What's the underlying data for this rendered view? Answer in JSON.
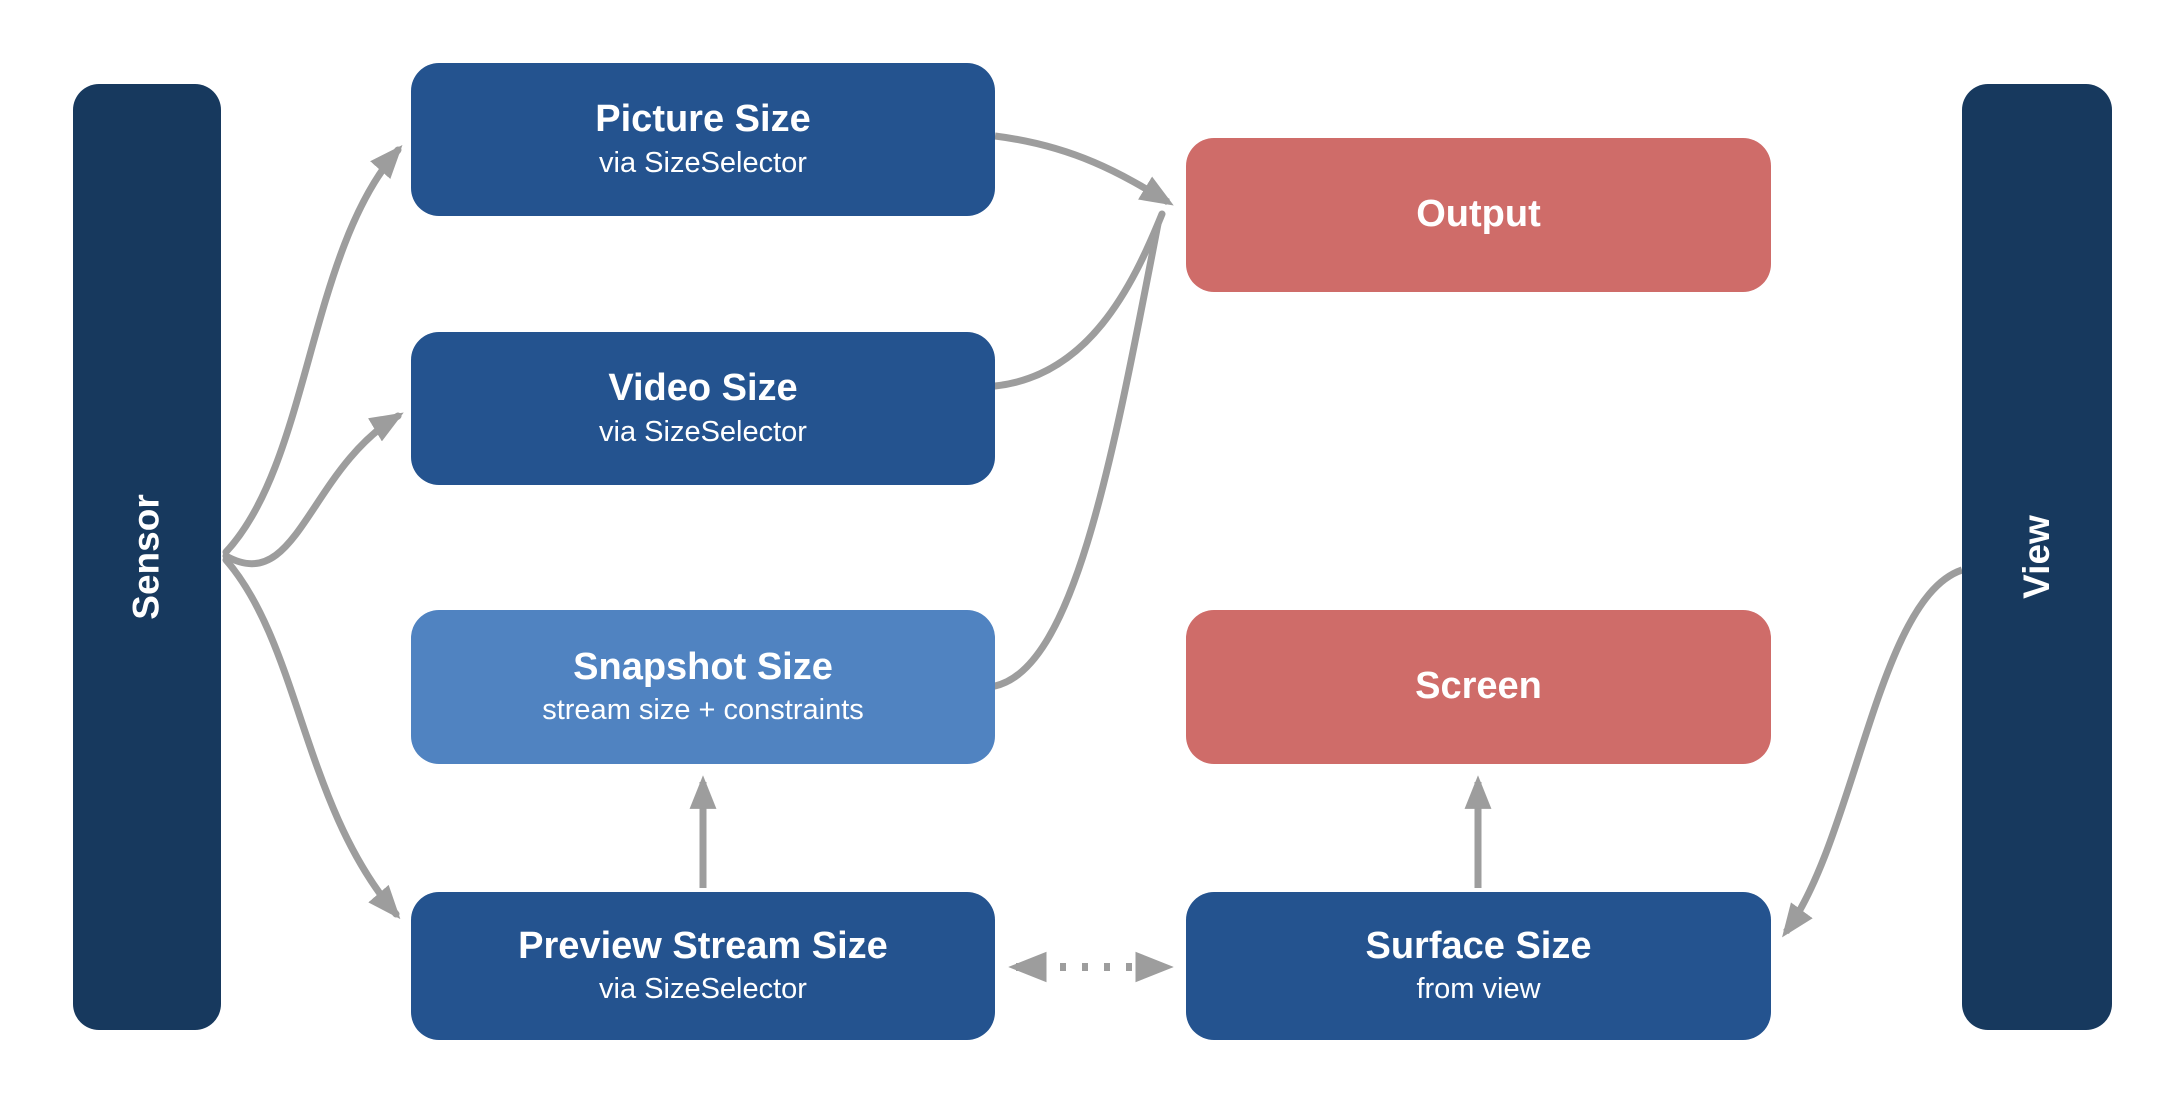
{
  "colors": {
    "rail": "#17395E",
    "box_blue": "#24538F",
    "box_light_blue": "#5083C1",
    "box_red": "#CF6C69",
    "arrow": "#9D9D9D",
    "text": "#FFFFFF",
    "bg": "#FFFFFF"
  },
  "rails": {
    "sensor": {
      "label": "Sensor"
    },
    "view": {
      "label": "View"
    }
  },
  "nodes": {
    "picture_size": {
      "title": "Picture Size",
      "subtitle": "via SizeSelector"
    },
    "video_size": {
      "title": "Video Size",
      "subtitle": "via SizeSelector"
    },
    "snapshot_size": {
      "title": "Snapshot Size",
      "subtitle": "stream size + constraints"
    },
    "preview_stream_size": {
      "title": "Preview Stream Size",
      "subtitle": "via SizeSelector"
    },
    "output": {
      "title": "Output"
    },
    "screen": {
      "title": "Screen"
    },
    "surface_size": {
      "title": "Surface Size",
      "subtitle": "from view"
    }
  },
  "edges": [
    {
      "from": "Sensor",
      "to": "Picture Size",
      "style": "solid-arrow"
    },
    {
      "from": "Sensor",
      "to": "Video Size",
      "style": "solid-arrow"
    },
    {
      "from": "Sensor",
      "to": "Preview Stream Size",
      "style": "solid-arrow"
    },
    {
      "from": "Picture Size",
      "to": "Output",
      "style": "solid-arrow"
    },
    {
      "from": "Video Size",
      "to": "Output",
      "style": "solid-arrow"
    },
    {
      "from": "Snapshot Size",
      "to": "Output",
      "style": "solid-arrow"
    },
    {
      "from": "Preview Stream Size",
      "to": "Snapshot Size",
      "style": "solid-arrow"
    },
    {
      "from": "Surface Size",
      "to": "Screen",
      "style": "solid-arrow"
    },
    {
      "from": "Preview Stream Size",
      "to": "Surface Size",
      "style": "dotted-double-arrow"
    },
    {
      "from": "View",
      "to": "Surface Size",
      "style": "solid-arrow"
    }
  ]
}
